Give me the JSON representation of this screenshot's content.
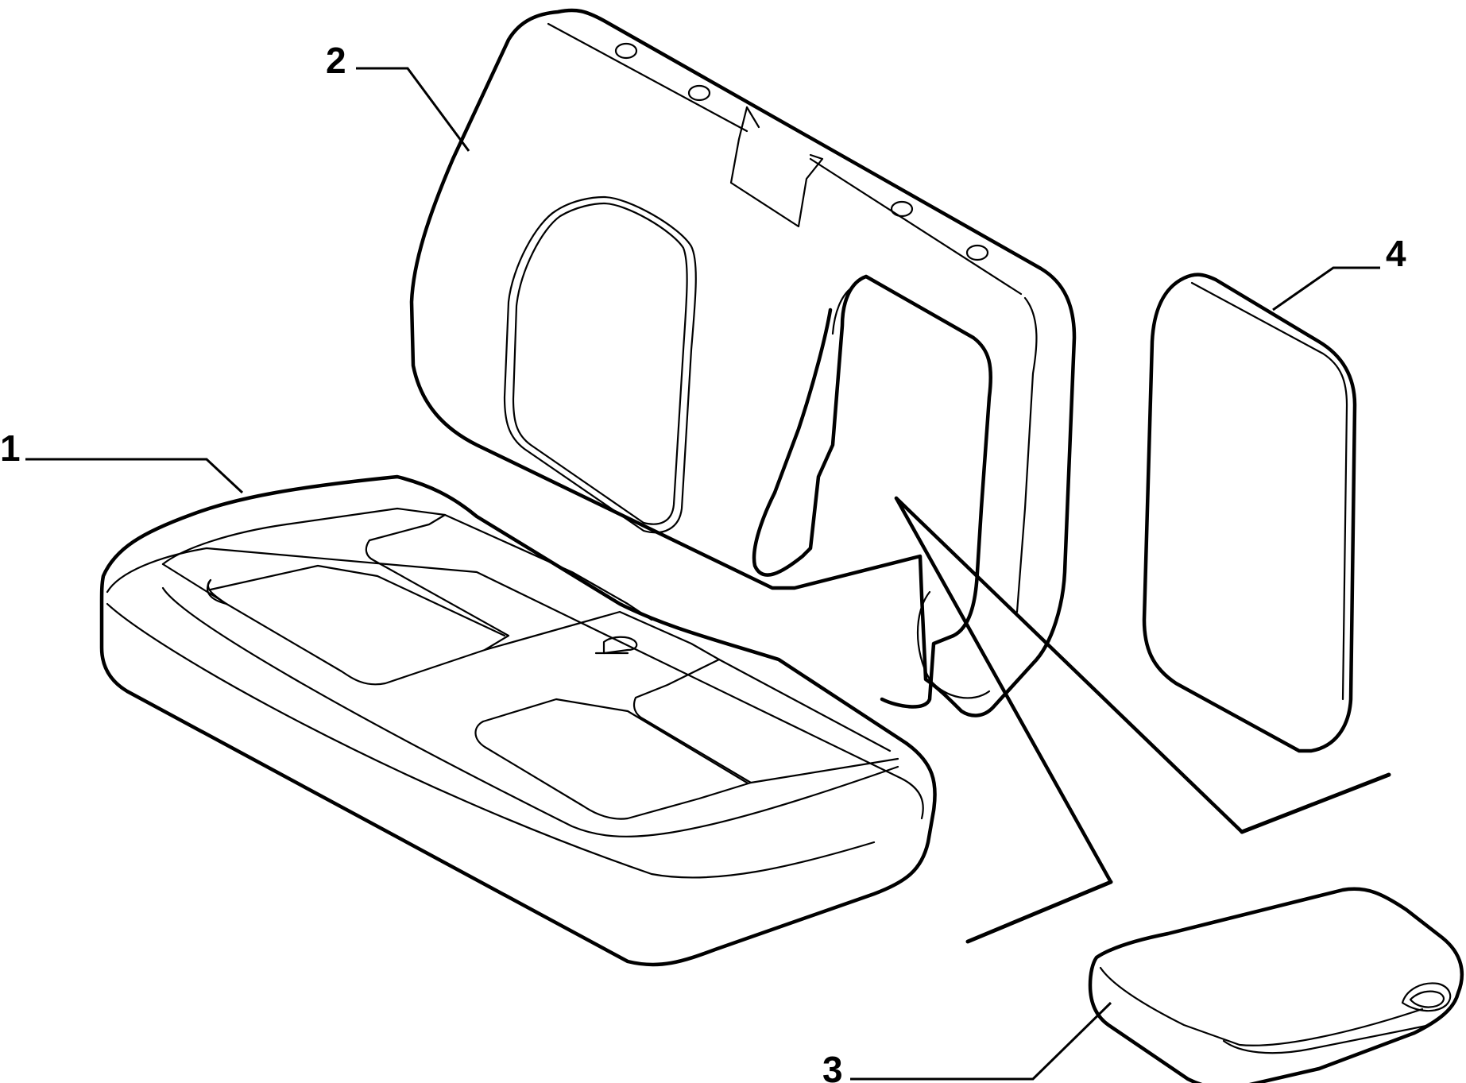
{
  "callouts": [
    {
      "id": "1",
      "text": "1"
    },
    {
      "id": "2",
      "text": "2"
    },
    {
      "id": "3",
      "text": "3"
    },
    {
      "id": "4",
      "text": "4"
    }
  ],
  "colors": {
    "background": "#ffffff",
    "line": "#000000"
  }
}
